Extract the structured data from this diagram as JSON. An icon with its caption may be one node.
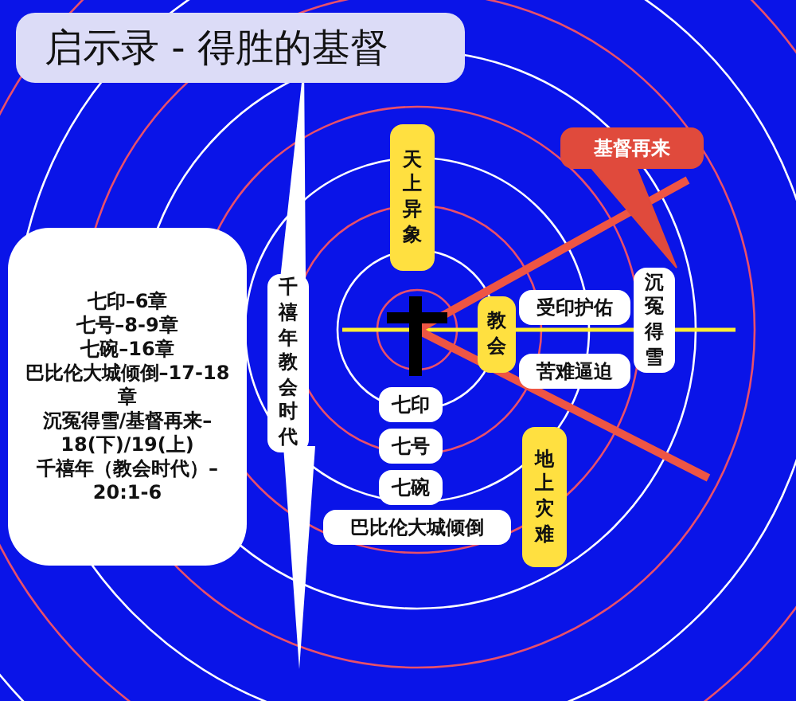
{
  "diagram": {
    "title": "启示录 - 得胜的基督",
    "nodes": [
      {
        "text": [
          "七印–6章",
          "七号–8-9章",
          "七碗–16章",
          "巴比伦大城倾倒–17-18章",
          "沉冤得雪/基督再来–18(下)/19(上)",
          "千禧年（教会时代）–20:1-6"
        ]
      },
      {
        "text": [
          "千禧年教会时代"
        ]
      },
      {
        "text": [
          "天上异象"
        ]
      },
      {
        "text": [
          "基督再来"
        ]
      },
      {
        "text": [
          "教会"
        ]
      },
      {
        "text": [
          "受印护佑"
        ]
      },
      {
        "text": [
          "苦难逼迫"
        ]
      },
      {
        "text": [
          "沉冤得雪"
        ]
      },
      {
        "text": [
          "七印"
        ]
      },
      {
        "text": [
          "七号"
        ]
      },
      {
        "text": [
          "七碗"
        ]
      },
      {
        "text": [
          "巴比伦大城倾倒"
        ]
      },
      {
        "text": [
          "地上灾难"
        ]
      }
    ],
    "edges": [
      {
        "from": 3,
        "to": 7,
        "arrow": "none"
      }
    ]
  }
}
